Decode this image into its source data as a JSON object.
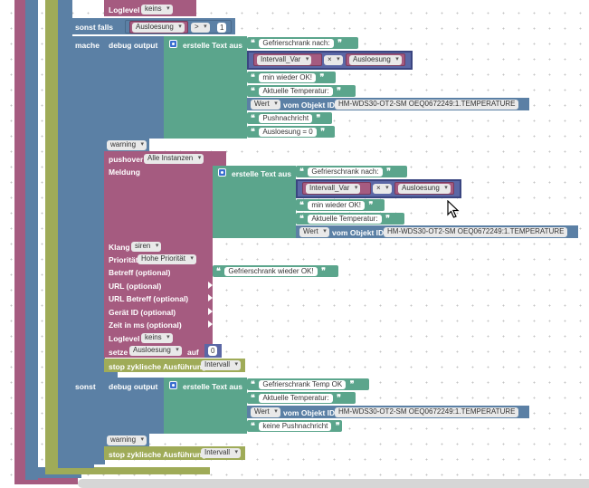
{
  "canvas": {
    "row_loglevel_top": {
      "label": "Loglevel",
      "value": "keins"
    },
    "sonst_falls": {
      "label": "sonst falls",
      "variable": "Ausloesung",
      "operator": ">",
      "value": "1"
    },
    "mache": {
      "label": "mache",
      "debug_output_label": "debug output",
      "text_label": "erstelle Text aus",
      "text_items": [
        "Gefrierschrank nach:",
        "min wieder OK!",
        "Aktuelle Temperatur:",
        "Pushnachricht",
        "Ausloesung = 0"
      ],
      "multiply": {
        "left": "Intervall_Var",
        "op": "×",
        "right": "Ausloesung"
      },
      "object_row": {
        "value_dd": "Wert",
        "label": "vom Objekt ID",
        "id": "HM-WDS30-OT2-SM OEQ0672249:1.TEMPERATURE"
      },
      "warning_dd": "warning",
      "pushover": {
        "label": "pushover",
        "instance_dd": "Alle Instanzen",
        "meldung_label": "Meldung",
        "text_label": "erstelle Text aus",
        "text_items": [
          "Gefrierschrank nach:",
          "min wieder OK!",
          "Aktuelle Temperatur:"
        ],
        "multiply": {
          "left": "Intervall_Var",
          "op": "×",
          "right": "Ausloesung"
        },
        "object_row": {
          "value_dd": "Wert",
          "label": "vom Objekt ID",
          "id": "HM-WDS30-OT2-SM OEQ0672249:1.TEMPERATURE"
        },
        "klang_label": "Klang",
        "klang_dd": "siren",
        "prioritaet_label": "Priorität",
        "prioritaet_dd": "Hohe Priorität",
        "betreff_label": "Betreff (optional)",
        "betreff_value": "Gefrierschrank wieder OK!",
        "url_label": "URL (optional)",
        "url_betreff_label": "URL Betreff (optional)",
        "geraet_label": "Gerät ID (optional)",
        "zeit_label": "Zeit in ms (optional)",
        "loglevel_label": "Loglevel",
        "loglevel_dd": "keins"
      },
      "setze": {
        "label": "setze",
        "variable": "Ausloesung",
        "auf": "auf",
        "value": "0"
      },
      "stop": {
        "label": "stop zyklische Ausführung",
        "dd": "Intervall"
      }
    },
    "sonst": {
      "label": "sonst",
      "debug_output_label": "debug output",
      "text_label": "erstelle Text aus",
      "text_items": [
        "Gefrierschrank Temp OK",
        "Aktuelle Temperatur:",
        "keine Pushnachricht"
      ],
      "object_row": {
        "value_dd": "Wert",
        "label": "vom Objekt ID",
        "id": "HM-WDS30-OT2-SM OEQ0672249:1.TEMPERATURE"
      },
      "warning_dd": "warning",
      "stop": {
        "label": "stop zyklische Ausführung",
        "dd": "Intervall"
      }
    },
    "colors": {
      "logic_blue": "#5b80a5",
      "loop_green": "#9fab58",
      "outer_magenta": "#a55b80",
      "text_green": "#5ba58c",
      "var_pink": "#a55b80",
      "math_purple": "#5b67a5"
    }
  }
}
